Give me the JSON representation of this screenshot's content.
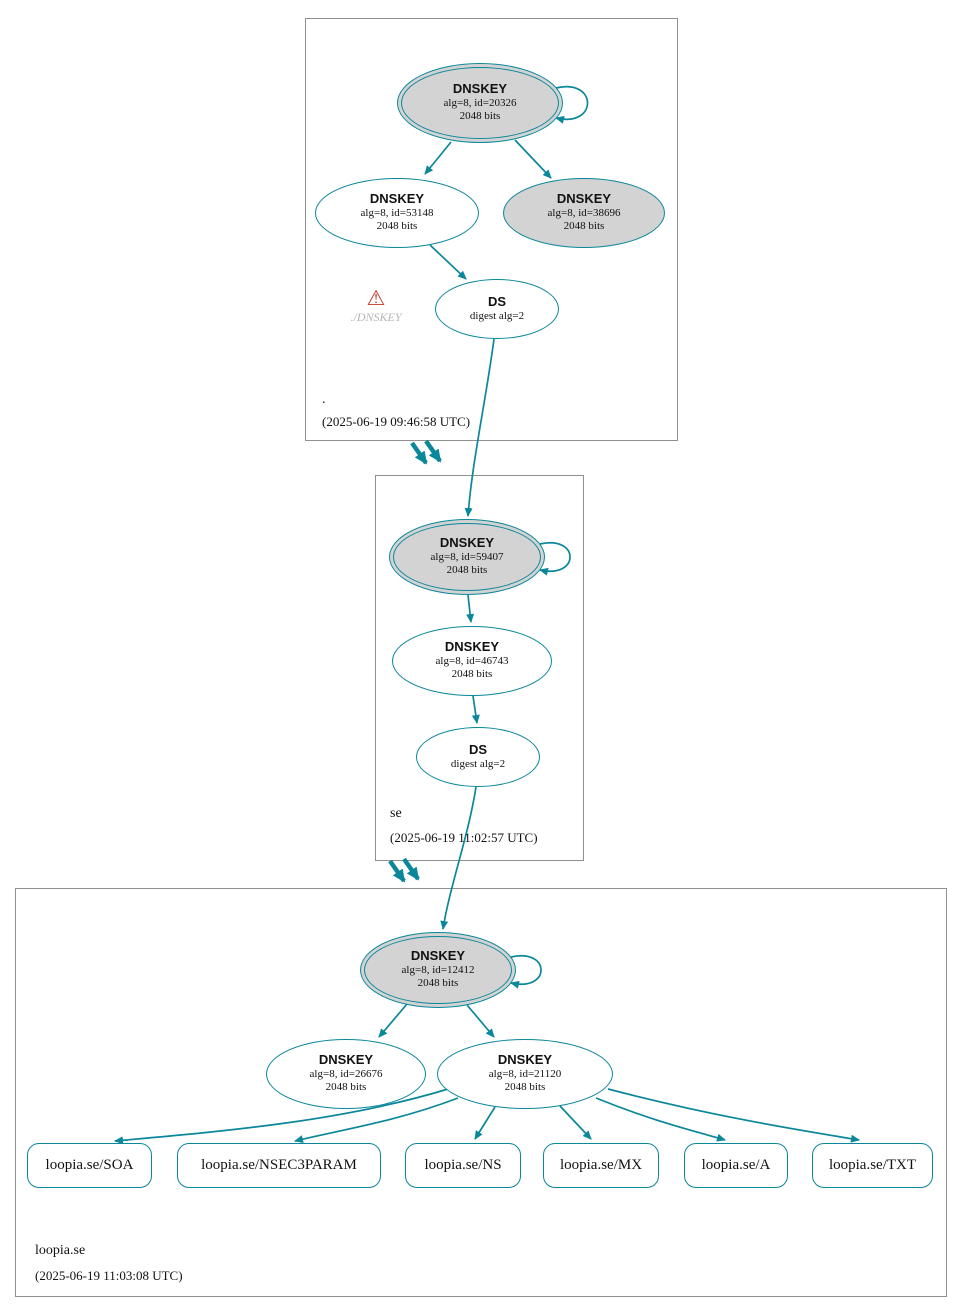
{
  "colors": {
    "secure": "#0a879a",
    "ksk-fill": "#d3d3d3",
    "node-fill": "#ffffff",
    "box-border": "#909090",
    "warning": "#c0392b",
    "warning-text": "#b5b5b5"
  },
  "zones": [
    {
      "name": ".",
      "timestamp": "(2025-06-19 09:46:58 UTC)",
      "warning_label": "./DNSKEY",
      "nodes": [
        {
          "title": "DNSKEY",
          "line1": "alg=8, id=20326",
          "line2": "2048 bits"
        },
        {
          "title": "DNSKEY",
          "line1": "alg=8, id=53148",
          "line2": "2048 bits"
        },
        {
          "title": "DNSKEY",
          "line1": "alg=8, id=38696",
          "line2": "2048 bits"
        },
        {
          "title": "DS",
          "line1": "digest alg=2"
        }
      ]
    },
    {
      "name": "se",
      "timestamp": "(2025-06-19 11:02:57 UTC)",
      "nodes": [
        {
          "title": "DNSKEY",
          "line1": "alg=8, id=59407",
          "line2": "2048 bits"
        },
        {
          "title": "DNSKEY",
          "line1": "alg=8, id=46743",
          "line2": "2048 bits"
        },
        {
          "title": "DS",
          "line1": "digest alg=2"
        }
      ]
    },
    {
      "name": "loopia.se",
      "timestamp": "(2025-06-19 11:03:08 UTC)",
      "nodes": [
        {
          "title": "DNSKEY",
          "line1": "alg=8, id=12412",
          "line2": "2048 bits"
        },
        {
          "title": "DNSKEY",
          "line1": "alg=8, id=26676",
          "line2": "2048 bits"
        },
        {
          "title": "DNSKEY",
          "line1": "alg=8, id=21120",
          "line2": "2048 bits"
        }
      ],
      "rrsets": [
        {
          "label": "loopia.se/SOA"
        },
        {
          "label": "loopia.se/NSEC3PARAM"
        },
        {
          "label": "loopia.se/NS"
        },
        {
          "label": "loopia.se/MX"
        },
        {
          "label": "loopia.se/A"
        },
        {
          "label": "loopia.se/TXT"
        }
      ]
    }
  ]
}
